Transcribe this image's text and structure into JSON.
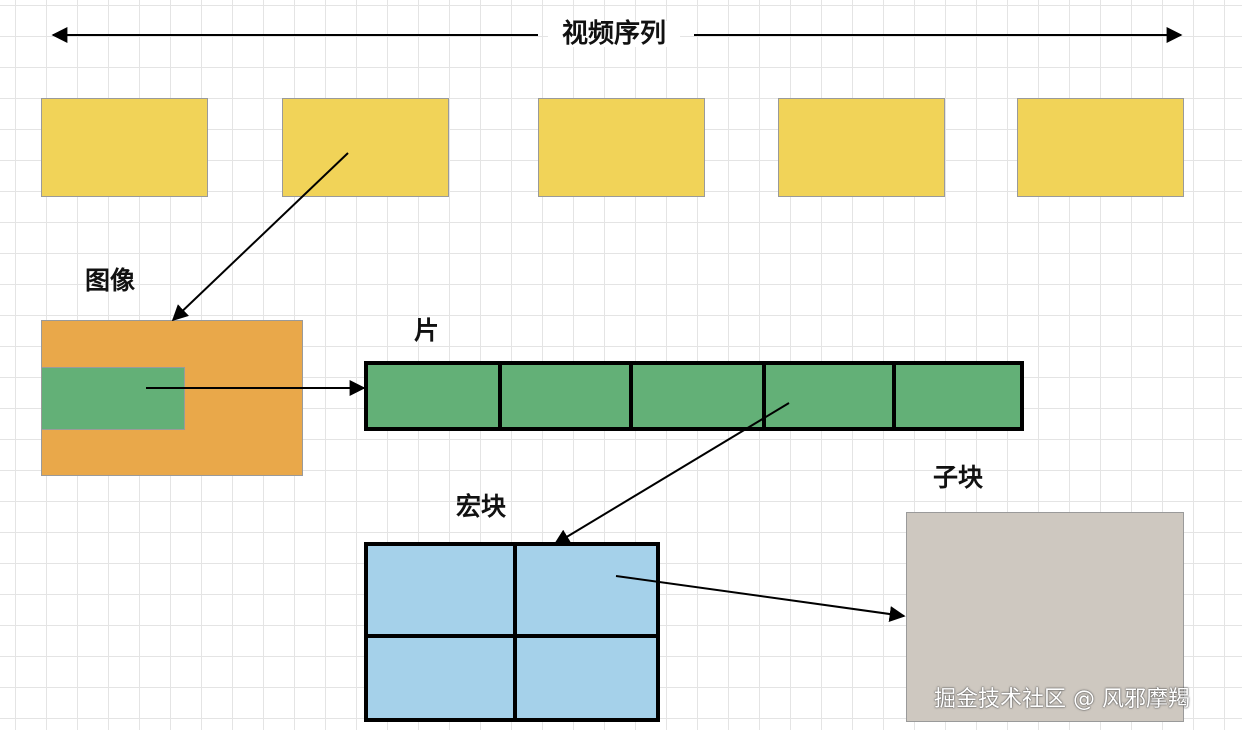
{
  "title": "视频序列",
  "labels": {
    "picture": "图像",
    "slice": "片",
    "macroblock": "宏块",
    "subblock": "子块"
  },
  "watermark": "掘金技术社区 @ 风邪摩羯",
  "colors": {
    "frame": "#f1d358",
    "picture": "#e9a84a",
    "slice": "#63b077",
    "macroblock": "#a5d1ea",
    "subblock": "#cec8c0",
    "line": "#000000",
    "grid": "#e4e4e4"
  },
  "frame_count": 5,
  "slice_count": 5,
  "macroblock_grid": [
    2,
    2
  ]
}
